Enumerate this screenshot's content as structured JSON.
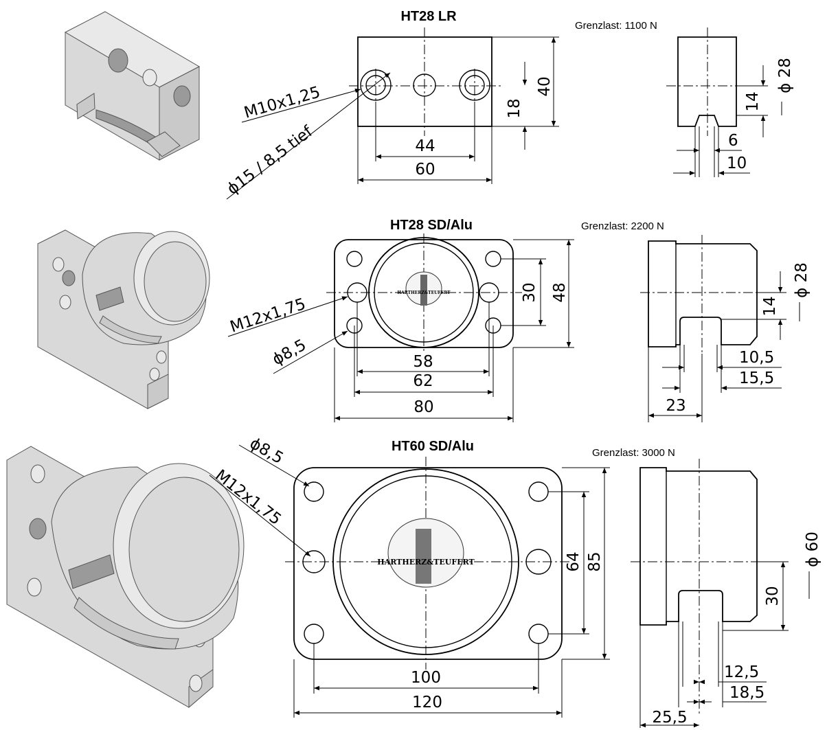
{
  "parts": [
    {
      "title": "HT28 LR",
      "limit_load": "Grenzlast: 1100 N",
      "callouts": [
        "M10x1,25",
        "ϕ15 / 8,5 tief"
      ],
      "front_dims": [
        "44",
        "60",
        "18",
        "40"
      ],
      "side_dims": [
        "ϕ 28",
        "14",
        "6",
        "10"
      ]
    },
    {
      "title": "HT28 SD/Alu",
      "limit_load": "Grenzlast: 2200 N",
      "callouts": [
        "M12x1,75",
        "ϕ8,5"
      ],
      "front_dims": [
        "58",
        "62",
        "80",
        "30",
        "48"
      ],
      "side_dims": [
        "ϕ 28",
        "14",
        "10,5",
        "15,5",
        "23"
      ]
    },
    {
      "title": "HT60 SD/Alu",
      "limit_load": "Grenzlast: 3000 N",
      "callouts": [
        "ϕ8,5",
        "M12x1,75"
      ],
      "front_dims": [
        "100",
        "120",
        "64",
        "85"
      ],
      "side_dims": [
        "ϕ 60",
        "30",
        "12,5",
        "18,5",
        "25,5"
      ]
    }
  ],
  "logo_text": "HARTHERZ&TEUFERT"
}
